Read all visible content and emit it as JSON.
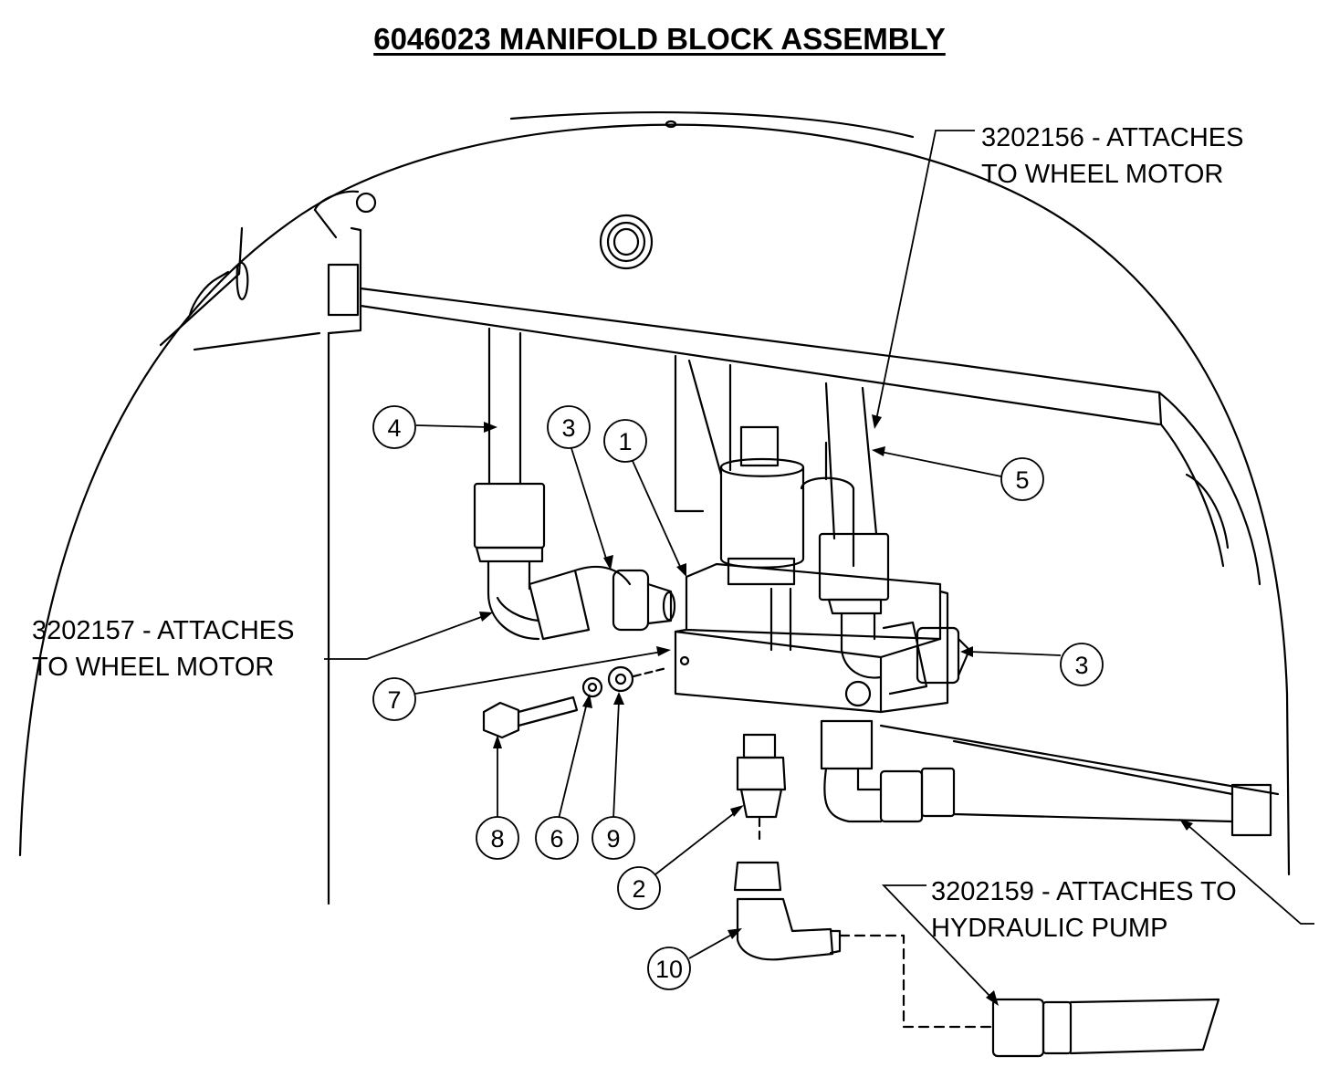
{
  "title": "6046023  MANIFOLD BLOCK ASSEMBLY",
  "callouts": {
    "top_right": [
      "3202156 - ATTACHES",
      "TO WHEEL MOTOR"
    ],
    "left": [
      "3202157 - ATTACHES",
      "TO WHEEL MOTOR"
    ],
    "bottom_right": [
      "3202159 - ATTACHES TO",
      "HYDRAULIC PUMP"
    ]
  },
  "balloons": {
    "b1": "1",
    "b2": "2",
    "b3a": "3",
    "b3b": "3",
    "b4": "4",
    "b5": "5",
    "b6": "6",
    "b7": "7",
    "b8": "8",
    "b9": "9",
    "b10": "10"
  },
  "colors": {
    "line": "#000000",
    "background": "#ffffff"
  }
}
